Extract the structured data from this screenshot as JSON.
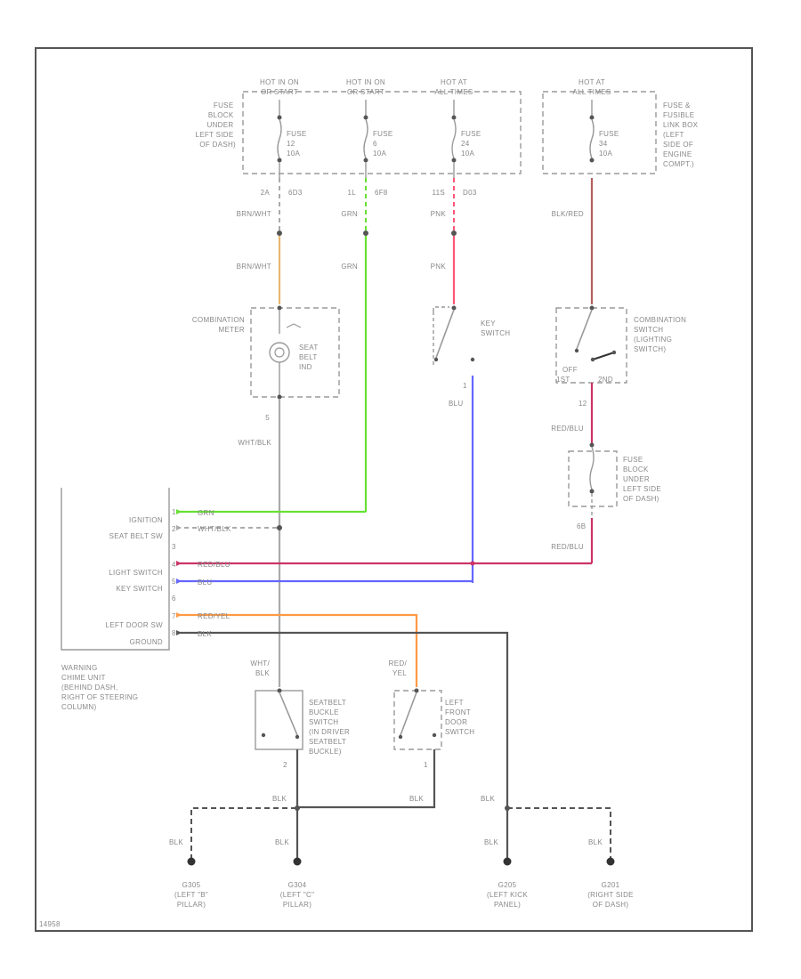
{
  "colors": {
    "frame": "#555555",
    "brn_wht": "#e8b870",
    "grn": "#66e033",
    "pnk": "#ff5577",
    "blk_red": "#b06060",
    "red_blu": "#cc3366",
    "blu": "#6666ff",
    "red_yel": "#ff9944",
    "wht_blk": "#aaaaaa",
    "blk": "#555555"
  },
  "fuse_block": {
    "label": [
      "FUSE",
      "BLOCK",
      "UNDER",
      "LEFT SIDE",
      "OF DASH)"
    ],
    "fuses": [
      {
        "header": [
          "HOT IN ON",
          "OR START"
        ],
        "fuse": [
          "FUSE",
          "12",
          "10A"
        ],
        "pin_left": "2A",
        "pin_right": "6D3",
        "wire_top": "BRN/WHT",
        "wire_bottom": "BRN/WHT"
      },
      {
        "header": [
          "HOT IN ON",
          "OR START"
        ],
        "fuse": [
          "FUSE",
          "6",
          "10A"
        ],
        "pin_left": "1L",
        "pin_right": "6F8",
        "wire_top": "GRN",
        "wire_bottom": "GRN"
      },
      {
        "header": [
          "HOT AT",
          "ALL TIMES"
        ],
        "fuse": [
          "FUSE",
          "24",
          "10A"
        ],
        "pin_left": "11S",
        "pin_right": "D03",
        "wire_top": "PNK",
        "wire_bottom": "PNK"
      }
    ]
  },
  "fusible_box": {
    "header": [
      "HOT AT",
      "ALL TIMES"
    ],
    "fuse": [
      "FUSE",
      "34",
      "10A"
    ],
    "label": [
      "FUSE &",
      "FUSIBLE",
      "LINK BOX",
      "(LEFT",
      "SIDE OF",
      "ENGINE",
      "COMPT.)"
    ],
    "wire": "BLK/RED"
  },
  "combination_meter": {
    "label": [
      "COMBINATION",
      "METER"
    ],
    "indicator": [
      "SEAT",
      "BELT",
      "IND"
    ],
    "pin_bottom": "5",
    "wire_out": "WHT/BLK"
  },
  "key_switch": {
    "label": [
      "KEY",
      "SWITCH"
    ],
    "pin_bottom": "1",
    "wire_out": "BLU"
  },
  "combination_switch": {
    "label": [
      "COMBINATION",
      "SWITCH",
      "(LIGHTING",
      "SWITCH)"
    ],
    "positions": [
      "OFF",
      "1ST",
      "2ND"
    ],
    "pin": "12",
    "wire_out": "RED/BLU"
  },
  "fuse_block_2": {
    "label": [
      "FUSE",
      "BLOCK",
      "UNDER",
      "LEFT SIDE",
      "OF DASH)"
    ],
    "pin_bottom": "6B",
    "wire_top": "RED/BLU",
    "wire_bottom": "RED/BLU"
  },
  "chime_unit": {
    "pins": [
      {
        "label": "IGNITION",
        "num": "1",
        "wire": "GRN"
      },
      {
        "label": "SEAT BELT SW",
        "num": "2",
        "wire": "WHT/BLK"
      },
      {
        "label": "",
        "num": "3",
        "wire": ""
      },
      {
        "label": "LIGHT SWITCH",
        "num": "4",
        "wire": "RED/BLU"
      },
      {
        "label": "KEY SWITCH",
        "num": "5",
        "wire": "BLU"
      },
      {
        "label": "",
        "num": "6",
        "wire": ""
      },
      {
        "label": "LEFT DOOR SW",
        "num": "7",
        "wire": "RED/YEL"
      },
      {
        "label": "GROUND",
        "num": "8",
        "wire": "BLK"
      }
    ],
    "description": [
      "WARNING",
      "CHIME UNIT",
      "(BEHIND DASH,",
      "RIGHT OF STEERING",
      "COLUMN)"
    ]
  },
  "seatbelt_switch": {
    "wire_top": [
      "WHT/",
      "BLK"
    ],
    "label": [
      "SEATBELT",
      "BUCKLE",
      "SWITCH",
      "(IN DRIVER",
      "SEATBELT",
      "BUCKLE)"
    ],
    "pin_bottom": "2"
  },
  "door_switch": {
    "wire_top": [
      "RED/",
      "YEL"
    ],
    "label": [
      "LEFT",
      "FRONT",
      "DOOR",
      "SWITCH"
    ],
    "pin_bottom": "1"
  },
  "grounds": [
    {
      "wire": "BLK",
      "id": "G305",
      "loc": [
        "(LEFT \"B\"",
        "PILLAR)"
      ]
    },
    {
      "wire": "BLK",
      "id": "G304",
      "loc": [
        "(LEFT \"C\"",
        "PILLAR)"
      ]
    },
    {
      "wire": "BLK",
      "id": "G205",
      "loc": [
        "(LEFT KICK",
        "PANEL)"
      ]
    },
    {
      "wire": "BLK",
      "id": "G201",
      "loc": [
        "(RIGHT SIDE",
        "OF DASH)"
      ]
    }
  ],
  "ground_bus_labels": [
    "BLK",
    "BLK",
    "BLK"
  ],
  "footer_code": "14958"
}
